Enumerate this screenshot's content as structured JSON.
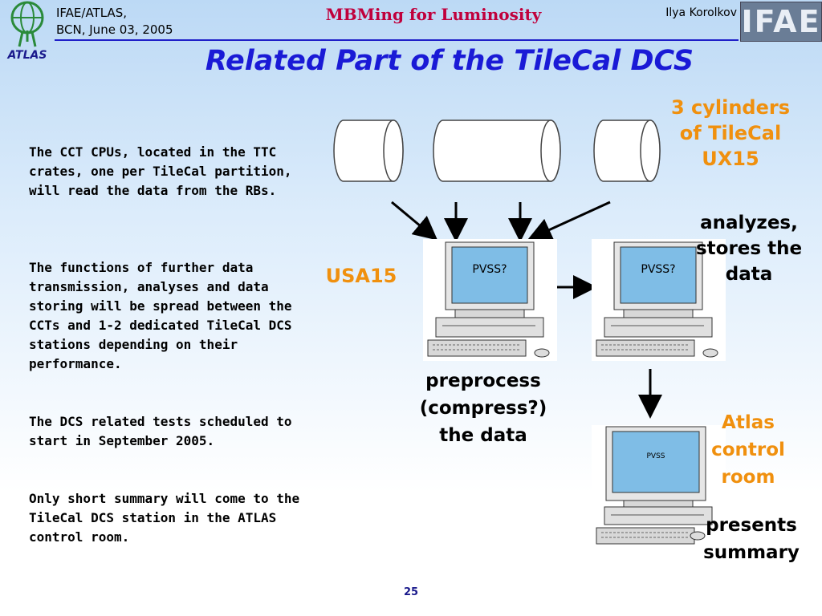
{
  "header": {
    "org_line1": "IFAE/ATLAS,",
    "org_line2": "BCN, June 03, 2005",
    "talk_title": "MBMing for Luminosity",
    "author": "Ilya Korolkov",
    "atlas_logo_text": "ATLAS",
    "ifae_logo_text": "IFAE"
  },
  "slide": {
    "title": "Related Part of the TileCal DCS",
    "paragraphs": [
      "The CCT CPUs, located in the TTC crates, one per TileCal partition, will read the data from the RBs.",
      "The functions of further data transmission, analyses and data storing will be spread between the CCTs and 1-2 dedicated TileCal DCS stations depending on their performance.",
      "The DCS related tests scheduled to start in September 2005.",
      "Only short summary will come to the TileCal DCS station in the ATLAS control room."
    ],
    "page_number": "25"
  },
  "diagram": {
    "cylinders_label": "3 cylinders of TileCal UX15",
    "usa15_label": "USA15",
    "analyzes_label": "analyzes, stores the data",
    "preprocess_label": "preprocess (compress?) the data",
    "atlas_control_label": "Atlas control room",
    "presents_label": "presents summary",
    "computer1_screen": "PVSS?",
    "computer2_screen": "PVSS?",
    "computer3_screen": "PVSS"
  },
  "colors": {
    "accent_orange": "#f0900e",
    "title_blue": "#1a1ad6",
    "header_red": "#c0003c"
  }
}
